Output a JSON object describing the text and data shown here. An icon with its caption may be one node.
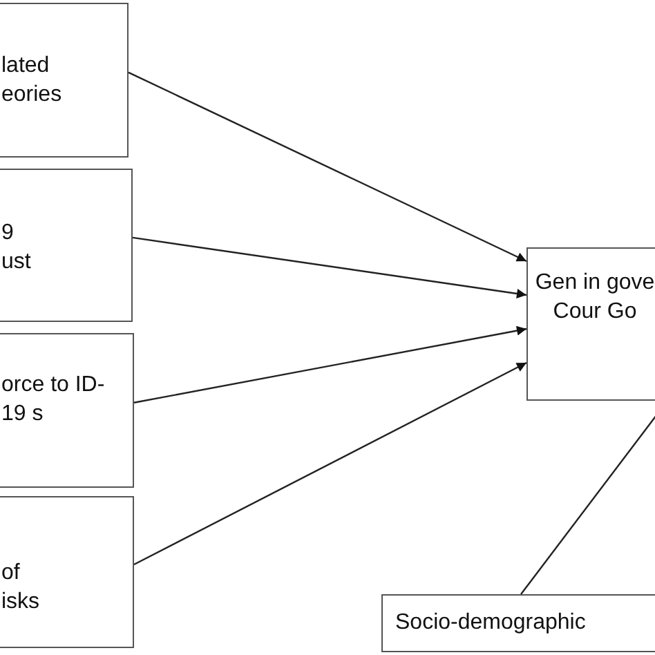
{
  "diagram": {
    "nodes": [
      {
        "text": [
          "lated eories"
        ]
      },
      {
        "text": [
          "9 ust"
        ]
      },
      {
        "text": [
          "orce to ID-19 s"
        ]
      },
      {
        "text": [
          "of isks"
        ]
      },
      {
        "text": [
          "Gen in gove Cour Go"
        ]
      },
      {
        "text": [
          "Socio-demographic"
        ]
      }
    ],
    "edges": [
      {
        "from": 0,
        "to": 4,
        "arrow": "to"
      },
      {
        "from": 1,
        "to": 4,
        "arrow": "to"
      },
      {
        "from": 2,
        "to": 4,
        "arrow": "to"
      },
      {
        "from": 3,
        "to": 4,
        "arrow": "to"
      },
      {
        "from": 5,
        "to": 4,
        "arrow": "none"
      }
    ]
  }
}
